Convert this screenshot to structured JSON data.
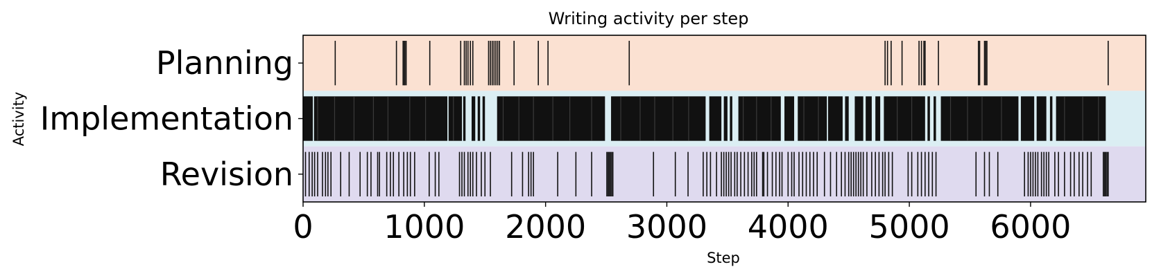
{
  "chart_data": {
    "type": "event_raster",
    "title": "Writing activity per step",
    "xlabel": "Step",
    "ylabel": "Activity",
    "xlim": [
      0,
      6950
    ],
    "xticks": [
      0,
      1000,
      2000,
      3000,
      4000,
      5000,
      6000
    ],
    "xtick_labels": [
      "0",
      "1000",
      "2000",
      "3000",
      "4000",
      "5000",
      "6000"
    ],
    "rows": [
      {
        "name": "Planning",
        "band_color": "#fbe1d2",
        "events": [
          265,
          770,
          825,
          835,
          840,
          850,
          1045,
          1300,
          1330,
          1345,
          1360,
          1380,
          1400,
          1530,
          1545,
          1560,
          1575,
          1590,
          1605,
          1620,
          1740,
          1940,
          2020,
          2690,
          4800,
          4820,
          4850,
          4940,
          5080,
          5100,
          5120,
          5130,
          5240,
          5570,
          5580,
          5620,
          5630,
          5640,
          6640
        ]
      },
      {
        "name": "Implementation",
        "band_color": "#dbeef3",
        "ranges": [
          [
            0,
            80
          ],
          [
            90,
            1190
          ],
          [
            1200,
            1310
          ],
          [
            1320,
            1340
          ],
          [
            1390,
            1420
          ],
          [
            1440,
            1460
          ],
          [
            1480,
            1500
          ],
          [
            1600,
            2490
          ],
          [
            2540,
            3320
          ],
          [
            3350,
            3450
          ],
          [
            3470,
            3500
          ],
          [
            3520,
            3540
          ],
          [
            3590,
            3940
          ],
          [
            3970,
            4050
          ],
          [
            4080,
            4320
          ],
          [
            4330,
            4450
          ],
          [
            4470,
            4500
          ],
          [
            4550,
            4620
          ],
          [
            4640,
            4690
          ],
          [
            4720,
            4760
          ],
          [
            4790,
            5130
          ],
          [
            5150,
            5170
          ],
          [
            5200,
            5220
          ],
          [
            5260,
            5900
          ],
          [
            5920,
            6030
          ],
          [
            6050,
            6130
          ],
          [
            6160,
            6180
          ],
          [
            6210,
            6620
          ]
        ],
        "gaps": [
          120,
          260,
          420,
          580,
          700,
          880,
          1010,
          1240,
          1650,
          1780,
          1900,
          2060,
          2200,
          2380,
          2620,
          2780,
          2900,
          3050,
          3180,
          3630,
          3740,
          3860,
          4130,
          4250,
          4900,
          5020,
          5340,
          5480,
          5600,
          5760,
          6280,
          6430,
          6560
        ]
      },
      {
        "name": "Revision",
        "band_color": "#dfdaef",
        "events": [
          20,
          50,
          75,
          95,
          120,
          160,
          185,
          205,
          230,
          310,
          380,
          470,
          530,
          560,
          615,
          630,
          690,
          720,
          745,
          790,
          830,
          860,
          885,
          920,
          1040,
          1090,
          1120,
          1290,
          1310,
          1330,
          1360,
          1380,
          1400,
          1430,
          1470,
          1500,
          1545,
          1720,
          1810,
          1860,
          1880,
          1900,
          2100,
          2250,
          2380,
          2505,
          2515,
          2525,
          2535,
          2545,
          2555,
          2890,
          3070,
          3175,
          3300,
          3330,
          3360,
          3410,
          3450,
          3470,
          3490,
          3510,
          3530,
          3560,
          3580,
          3610,
          3640,
          3670,
          3700,
          3720,
          3740,
          3790,
          3800,
          3830,
          3870,
          3900,
          3930,
          3950,
          4000,
          4030,
          4050,
          4090,
          4120,
          4150,
          4180,
          4210,
          4240,
          4300,
          4350,
          4400,
          4440,
          4470,
          4500,
          4520,
          4540,
          4560,
          4580,
          4600,
          4620,
          4650,
          4690,
          4720,
          4750,
          4780,
          4800,
          4830,
          4860,
          4990,
          5020,
          5070,
          5100,
          5130,
          5160,
          5190,
          5220,
          5550,
          5620,
          5660,
          5730,
          5950,
          5980,
          6000,
          6020,
          6040,
          6060,
          6090,
          6110,
          6130,
          6150,
          6200,
          6230,
          6280,
          6330,
          6360,
          6400,
          6430,
          6470,
          6500,
          6600,
          6610,
          6620,
          6630,
          6640
        ]
      }
    ]
  }
}
